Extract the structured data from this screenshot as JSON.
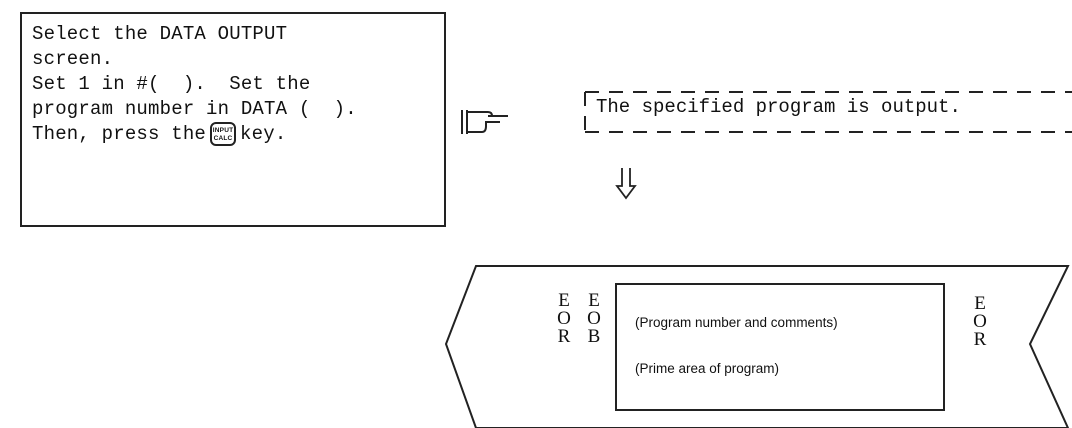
{
  "instructions": {
    "lines": [
      "Select the DATA OUTPUT",
      "screen.",
      "Set 1 in #(  ).  Set the",
      "program number in DATA (  )."
    ],
    "last_line_before": "Then, press the",
    "last_line_after": "key.",
    "key_label_top": "INPUT",
    "key_label_bottom": "CALC"
  },
  "pointer_icon": "hand-pointing-right-icon",
  "result": {
    "text": "The specified program is output."
  },
  "arrow_icon": "down-arrow-icon",
  "tape": {
    "left_label_1": [
      "E",
      "O",
      "R"
    ],
    "left_label_2": [
      "E",
      "O",
      "B"
    ],
    "right_label": [
      "E",
      "O",
      "R"
    ],
    "program_lines": [
      "(Program number and comments)",
      "(Prime area of program)"
    ]
  }
}
